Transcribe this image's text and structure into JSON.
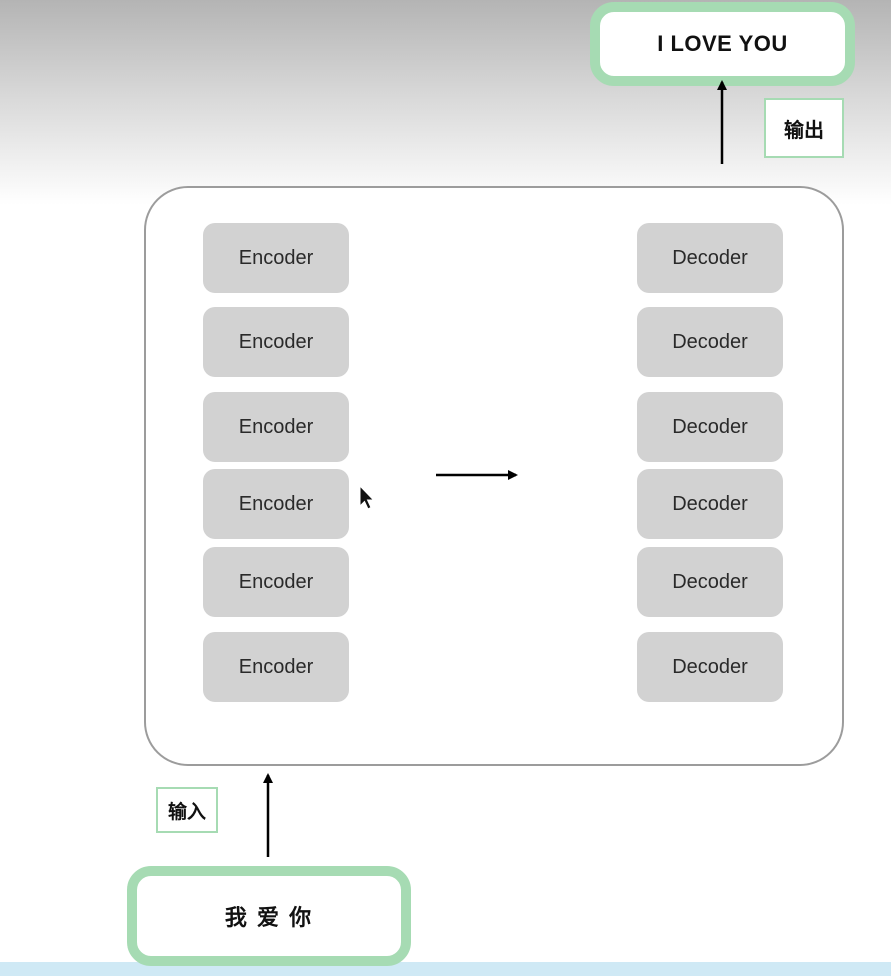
{
  "encoders": [
    "Encoder",
    "Encoder",
    "Encoder",
    "Encoder",
    "Encoder",
    "Encoder"
  ],
  "decoders": [
    "Decoder",
    "Decoder",
    "Decoder",
    "Decoder",
    "Decoder",
    "Decoder"
  ],
  "input_text": "我 爱 你",
  "input_label": "输入",
  "output_text": "I LOVE YOU",
  "output_label": "输出",
  "colors": {
    "block_fill": "#d2d2d2",
    "frame_border": "#9c9c9c",
    "highlight_green": "#a6dbb3"
  }
}
